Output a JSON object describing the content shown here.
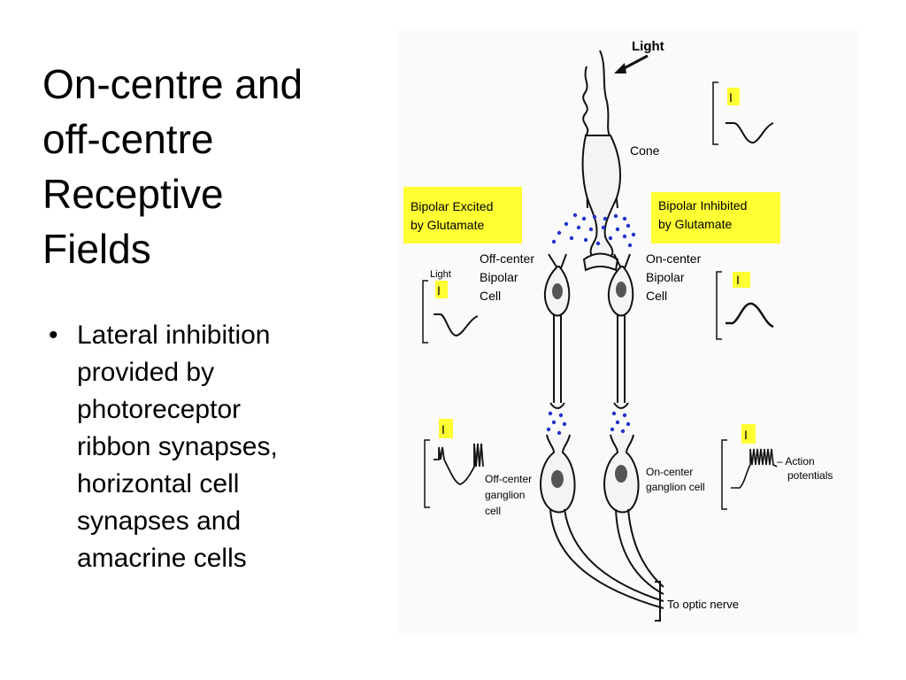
{
  "slide": {
    "title_lines": [
      "On-centre and",
      "off-centre",
      "Receptive",
      "Fields"
    ],
    "bullet_marker": "•",
    "bullet_lines": [
      "Lateral inhibition",
      "provided by",
      "photoreceptor",
      "ribbon synapses,",
      "horizontal cell",
      "synapses and",
      "amacrine cells"
    ]
  },
  "diagram": {
    "light_label": "Light",
    "cone_label": "Cone",
    "excited_box": [
      "Bipolar Excited",
      "by Glutamate"
    ],
    "inhibited_box": [
      "Bipolar Inhibited",
      "by Glutamate"
    ],
    "off_bipolar": [
      "Off-center",
      "Bipolar",
      "Cell"
    ],
    "on_bipolar": [
      "On-center",
      "Bipolar",
      "Cell"
    ],
    "trace_light_label": "Light",
    "off_ganglion": [
      "Off-center",
      "ganglion",
      "cell"
    ],
    "on_ganglion": [
      "On-center",
      "ganglion cell"
    ],
    "action_potentials": [
      "– Action",
      "potentials"
    ],
    "optic_nerve": "To optic nerve",
    "colors": {
      "highlight": "#ffff33",
      "dots": "#2233cc",
      "ink": "#111111"
    }
  }
}
